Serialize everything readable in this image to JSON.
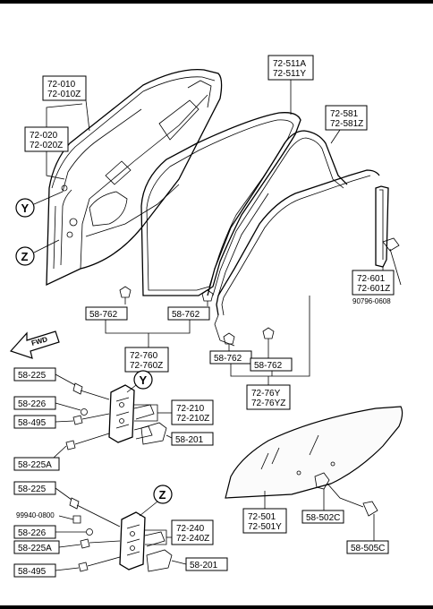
{
  "callouts": {
    "y": "Y",
    "z": "Z"
  },
  "fwd": "FWD",
  "labels": {
    "p72_010": [
      "72-010",
      "72-010Z"
    ],
    "p72_020": [
      "72-020",
      "72-020Z"
    ],
    "p72_511": [
      "72-511A",
      "72-511Y"
    ],
    "p72_581": [
      "72-581",
      "72-581Z"
    ],
    "p72_601": [
      "72-601",
      "72-601Z"
    ],
    "p90796": "90796-0608",
    "p58_762_a": "58-762",
    "p58_762_b": "58-762",
    "p58_762_c": "58-762",
    "p58_762_d": "58-762",
    "p72_760": [
      "72-760",
      "72-760Z"
    ],
    "p72_76Y": [
      "72-76Y",
      "72-76YZ"
    ],
    "p58_225_a": "58-225",
    "p58_226_a": "58-226",
    "p58_495_a": "58-495",
    "p58_225A_a": "58-225A",
    "p72_210": [
      "72-210",
      "72-210Z"
    ],
    "p58_201_a": "58-201",
    "p72_501": [
      "72-501",
      "72-501Y"
    ],
    "p58_502C": "58-502C",
    "p58_505C": "58-505C",
    "p58_225_b": "58-225",
    "p99940": "99940-0800",
    "p58_226_b": "58-226",
    "p58_225A_b": "58-225A",
    "p58_495_b": "58-495",
    "p72_240": [
      "72-240",
      "72-240Z"
    ],
    "p58_201_b": "58-201"
  }
}
